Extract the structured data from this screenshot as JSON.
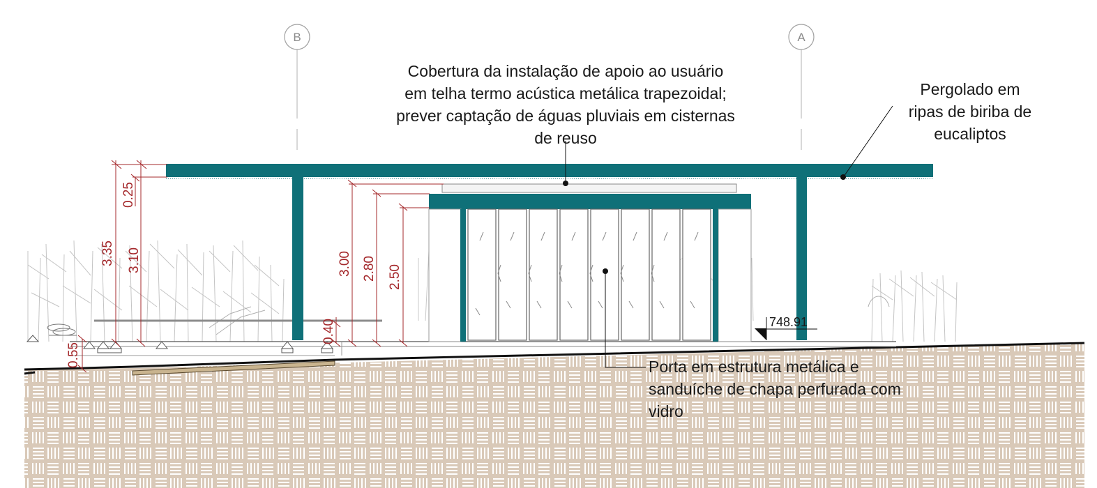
{
  "grid_axes": {
    "b": "B",
    "a": "A"
  },
  "notes": {
    "roof": [
      "Cobertura da instalação de apoio ao usuário",
      "em telha termo acústica metálica trapezoidal;",
      "prever captação de águas pluviais em cisternas",
      "de reuso"
    ],
    "pergola": [
      "Pergolado em",
      "ripas de biriba de",
      "eucaliptos"
    ],
    "door": [
      "Porta em estrutura metálica e",
      "sanduíche de chapa perfurada com",
      "vidro"
    ]
  },
  "dimensions": {
    "d025": "0.25",
    "d335": "3.35",
    "d310": "3.10",
    "d300": "3.00",
    "d280": "2.80",
    "d250": "2.50",
    "d040": "0.40",
    "d055": "0.55"
  },
  "elevation_marker": "748.91",
  "colors": {
    "structure": "#0f7078",
    "dimension": "#a4282b",
    "soil": "#d9c9b8",
    "soil_hatch": "#ffffff",
    "ground_line": "#111111",
    "vegetation": "#bdbdbd"
  }
}
